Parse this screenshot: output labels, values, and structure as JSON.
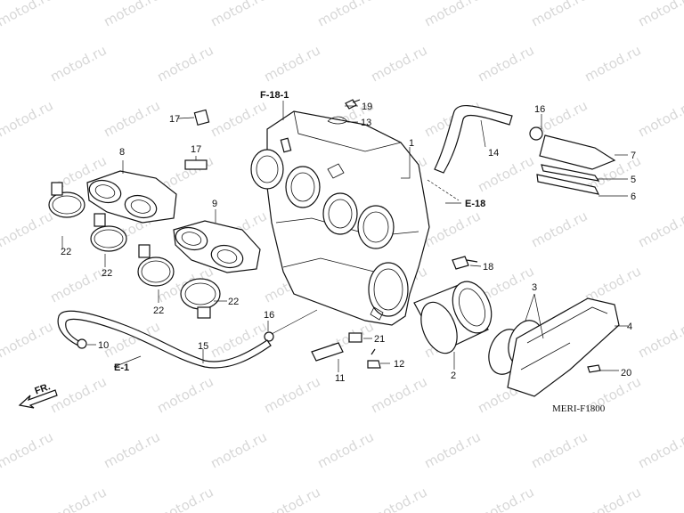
{
  "watermark": "motod.ru",
  "diagram_code": "MERI-F1800",
  "direction_label": "FR.",
  "refs": {
    "f18_1": "F-18-1",
    "e18": "E-18",
    "e1": "E-1"
  },
  "callouts": {
    "n1": "1",
    "n2": "2",
    "n3": "3",
    "n4": "4",
    "n5": "5",
    "n6": "6",
    "n7": "7",
    "n8": "8",
    "n9": "9",
    "n10": "10",
    "n11": "11",
    "n12": "12",
    "n13": "13",
    "n14": "14",
    "n15": "15",
    "n16a": "16",
    "n16b": "16",
    "n17a": "17",
    "n17b": "17",
    "n18": "18",
    "n19": "19",
    "n20": "20",
    "n21": "21",
    "n22a": "22",
    "n22b": "22",
    "n22c": "22",
    "n22d": "22"
  }
}
